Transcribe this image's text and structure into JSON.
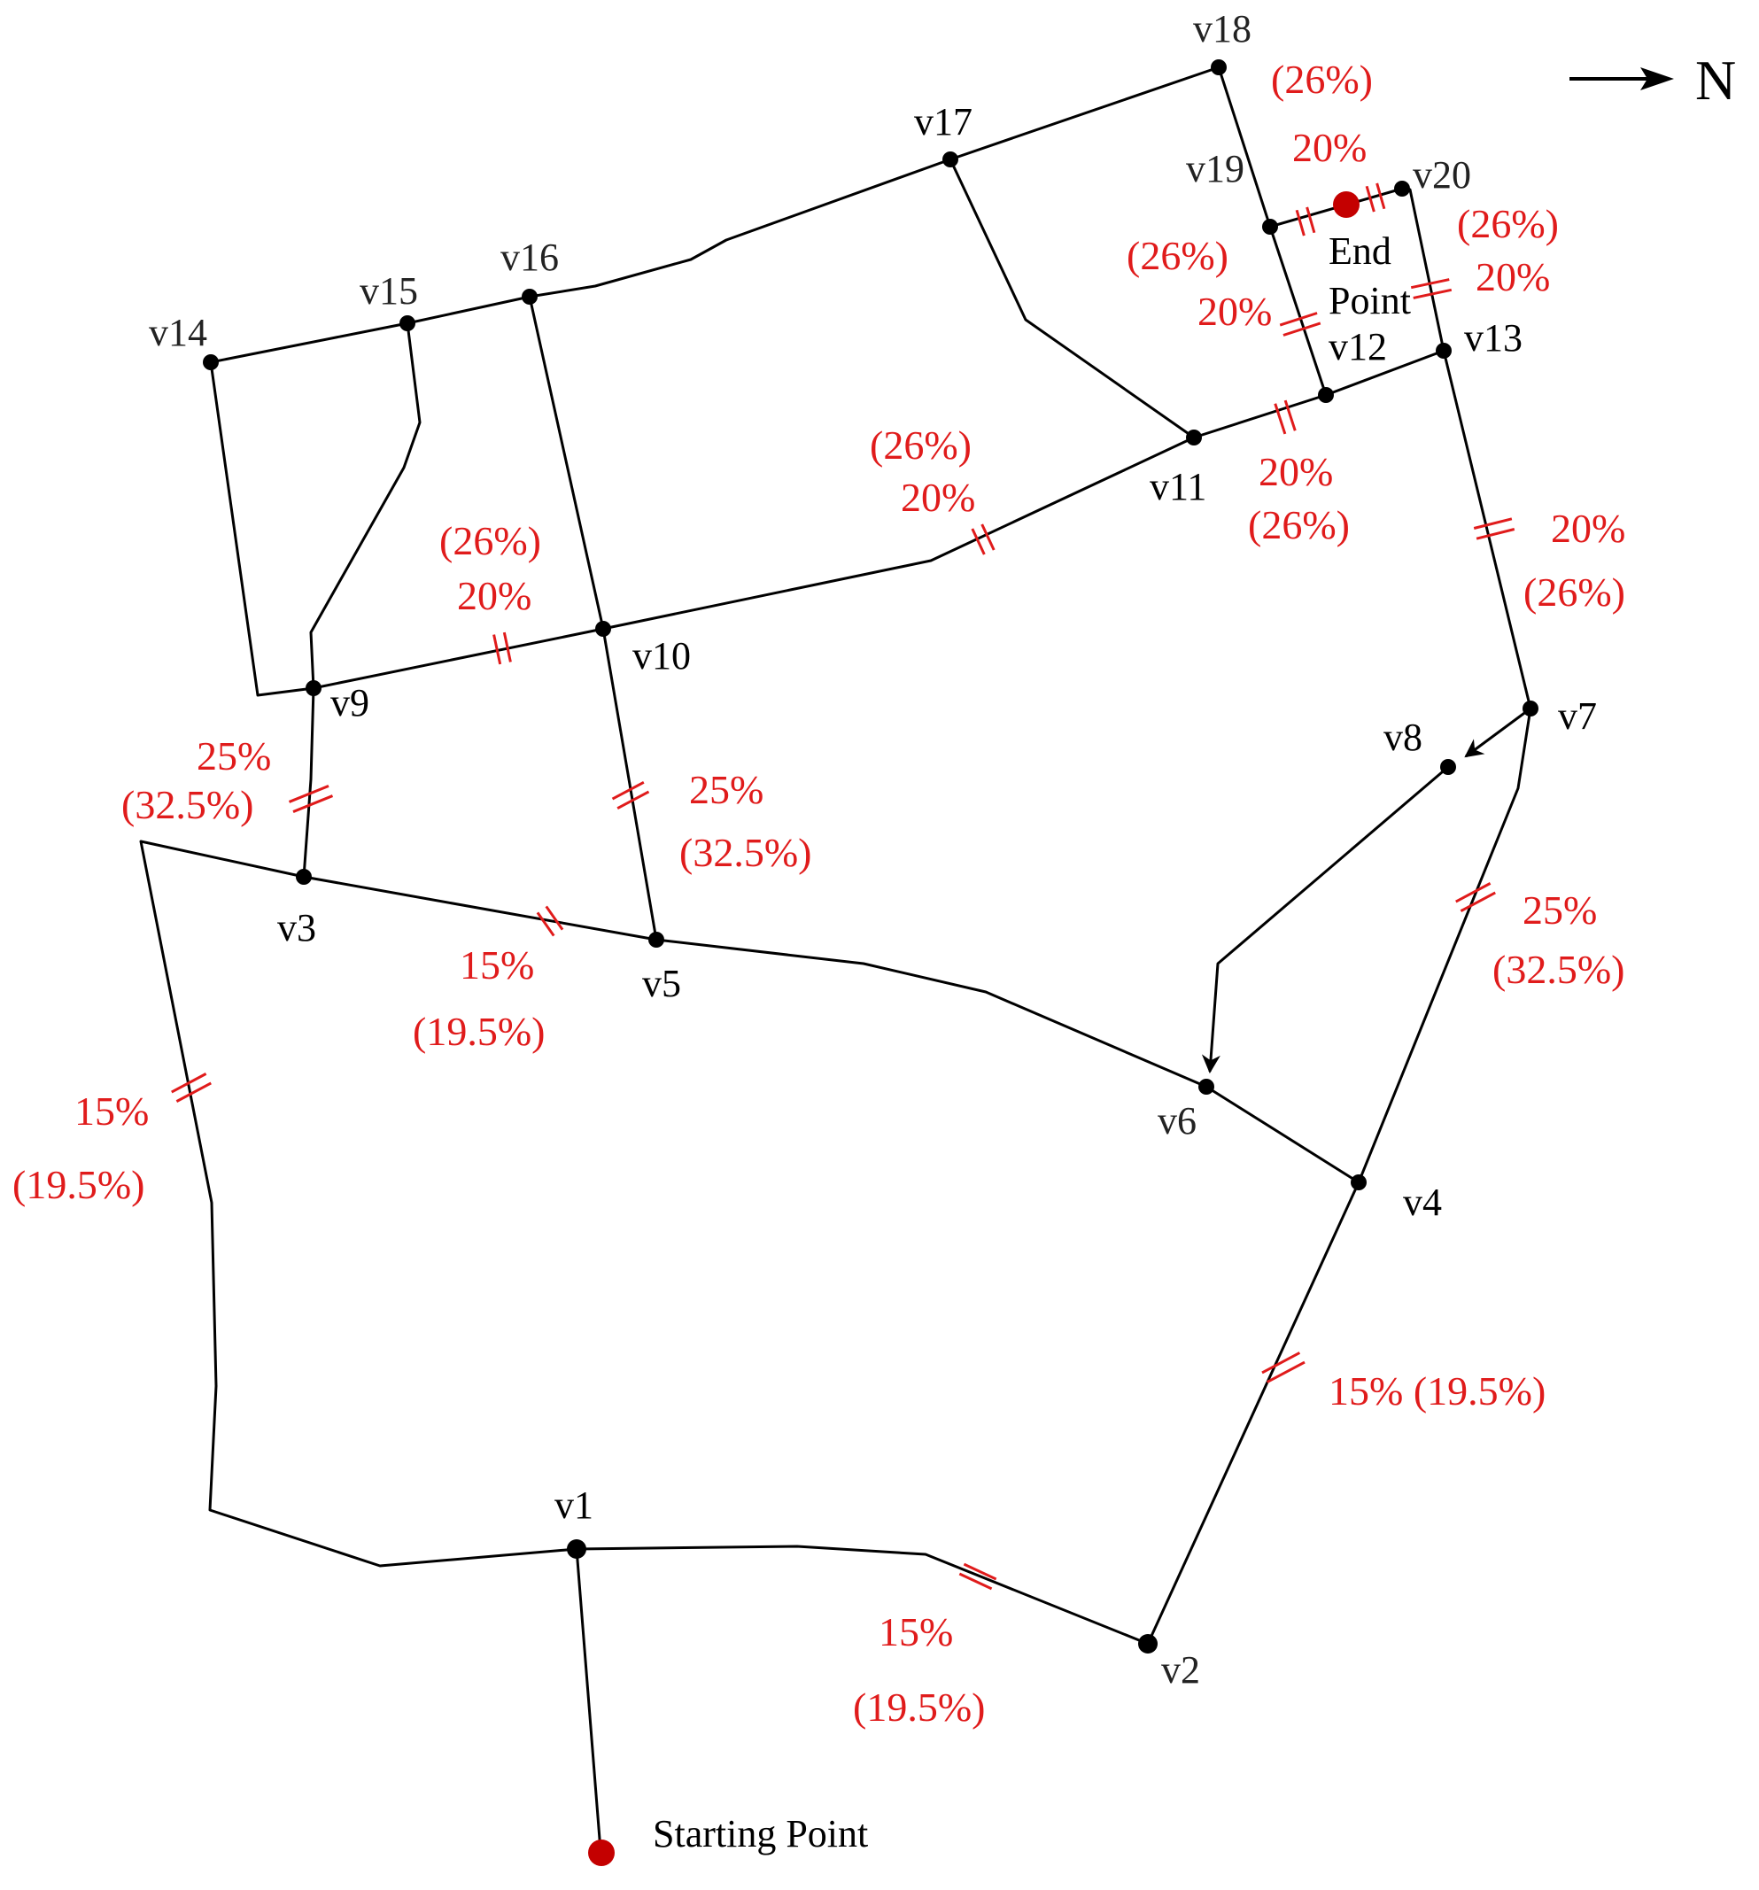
{
  "north_label": "N",
  "labels": {
    "start": "Starting Point",
    "end_line1": "End",
    "end_line2": "Point"
  },
  "vertices": {
    "v1": "v1",
    "v2": "v2",
    "v3": "v3",
    "v4": "v4",
    "v5": "v5",
    "v6": "v6",
    "v7": "v7",
    "v8": "v8",
    "v9": "v9",
    "v10": "v10",
    "v11": "v11",
    "v12": "v12",
    "v13": "v13",
    "v14": "v14",
    "v15": "v15",
    "v16": "v16",
    "v17": "v17",
    "v18": "v18",
    "v19": "v19",
    "v20": "v20"
  },
  "rates": {
    "r_v18_v20": "(26%)",
    "r_v19_v20": "20%",
    "r_v20_v13_a": "(26%)",
    "r_v20_v13_b": "20%",
    "r_v19_v12_a": "(26%)",
    "r_v19_v12_b": "20%",
    "r_v10_v11_a": "(26%)",
    "r_v10_v11_b": "20%",
    "r_v11_v12_a": "20%",
    "r_v11_v12_b": "(26%)",
    "r_v13_v7_a": "20%",
    "r_v13_v7_b": "(26%)",
    "r_v9_v10_a": "(26%)",
    "r_v9_v10_b": "20%",
    "r_v9_v3_a": "25%",
    "r_v9_v3_b": "(32.5%)",
    "r_v10_v5_a": "25%",
    "r_v10_v5_b": "(32.5%)",
    "r_v7_v4_a": "25%",
    "r_v7_v4_b": "(32.5%)",
    "r_v3_v5_a": "15%",
    "r_v3_v5_b": "(19.5%)",
    "r_west_a": "15%",
    "r_west_b": "(19.5%)",
    "r_v4_v2": "15%  (19.5%)",
    "r_v1_v2_a": "15%",
    "r_v1_v2_b": "(19.5%)"
  }
}
